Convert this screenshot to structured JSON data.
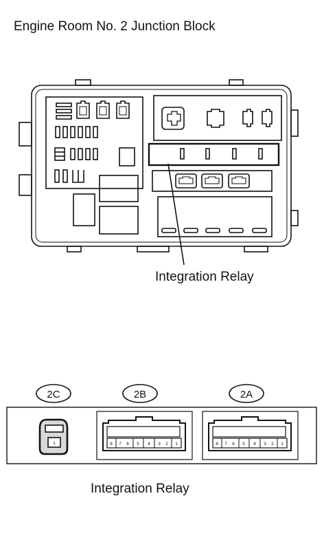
{
  "title": "Engine Room No. 2 Junction Block",
  "relay_label_top": "Integration Relay",
  "relay_label_bottom": "Integration Relay",
  "connectors": [
    {
      "id": "2C",
      "pins": [
        "1"
      ]
    },
    {
      "id": "2B",
      "pins": [
        "8",
        "7",
        "6",
        "5",
        "4",
        "3",
        "2",
        "1"
      ]
    },
    {
      "id": "2A",
      "pins": [
        "8",
        "7",
        "6",
        "5",
        "4",
        "3",
        "2",
        "1"
      ]
    }
  ]
}
